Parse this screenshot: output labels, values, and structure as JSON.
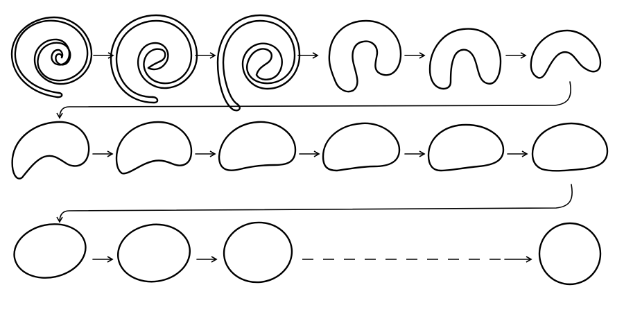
{
  "diagram": {
    "description_free": true,
    "rows": [
      {
        "shapes": [
          "spiral-1",
          "spiral-2",
          "spiral-3",
          "hook-1",
          "hook-2",
          "hook-3"
        ]
      },
      {
        "shapes": [
          "bean-1",
          "bean-2",
          "bean-3",
          "bean-4",
          "bean-5",
          "bean-6"
        ]
      },
      {
        "shapes": [
          "oval-1",
          "oval-2",
          "oval-3",
          "circle"
        ]
      }
    ],
    "colors": {
      "stroke": "#000000",
      "background": "#ffffff"
    }
  }
}
